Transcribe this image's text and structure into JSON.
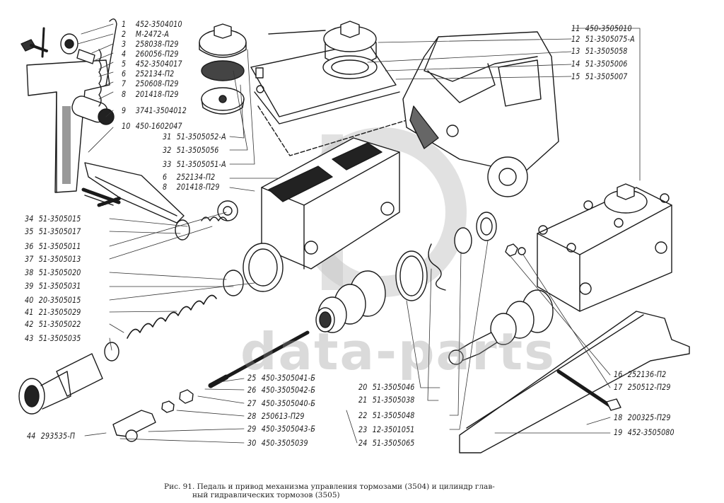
{
  "figure": {
    "caption_line1": "Рис. 91. Педаль и привод механизма управления тормозами (3504) и цилиндр глав-",
    "caption_line2": "ный гидравлических тормозов (3505)",
    "watermark": "data-parts",
    "ink_color": "#1a1a1a",
    "watermark_color": "#b4b4b4"
  },
  "labels_top_left": [
    {
      "num": "1",
      "part": "452-3504010"
    },
    {
      "num": "2",
      "part": "М-2472-А"
    },
    {
      "num": "3",
      "part": "258038-П29"
    },
    {
      "num": "4",
      "part": "260056-П29"
    },
    {
      "num": "5",
      "part": "452-3504017"
    },
    {
      "num": "6",
      "part": "252134-П2"
    },
    {
      "num": "7",
      "part": "250608-П29"
    },
    {
      "num": "8",
      "part": "201418-П29"
    },
    {
      "num": "9",
      "part": "3741-3504012"
    },
    {
      "num": "10",
      "part": "450-1602047"
    }
  ],
  "labels_center_left": [
    {
      "num": "31",
      "part": "51-3505052-А"
    },
    {
      "num": "32",
      "part": "51-3505056"
    },
    {
      "num": "33",
      "part": "51-3505051-А"
    },
    {
      "num": "6",
      "part": "252134-П2"
    },
    {
      "num": "8",
      "part": "201418-П29"
    }
  ],
  "labels_top_right": [
    {
      "num": "11",
      "part": "450-3505010"
    },
    {
      "num": "12",
      "part": "51-3505075-А"
    },
    {
      "num": "13",
      "part": "51-3505058"
    },
    {
      "num": "14",
      "part": "51-3505006"
    },
    {
      "num": "15",
      "part": "51-3505007"
    }
  ],
  "labels_left": [
    {
      "num": "34",
      "part": "51-3505015"
    },
    {
      "num": "35",
      "part": "51-3505017"
    },
    {
      "num": "36",
      "part": "51-3505011"
    },
    {
      "num": "37",
      "part": "51-3505013"
    },
    {
      "num": "38",
      "part": "51-3505020"
    },
    {
      "num": "39",
      "part": "51-3505031"
    },
    {
      "num": "40",
      "part": "20-3505015"
    },
    {
      "num": "41",
      "part": "21-3505029"
    },
    {
      "num": "42",
      "part": "51-3505022"
    },
    {
      "num": "43",
      "part": "51-3505035"
    }
  ],
  "label_bottom_left": {
    "num": "44",
    "part": "293535-П"
  },
  "labels_bottom_center": [
    {
      "num": "25",
      "part": "450-3505041-Б"
    },
    {
      "num": "26",
      "part": "450-3505042-Б"
    },
    {
      "num": "27",
      "part": "450-3505040-Б"
    },
    {
      "num": "28",
      "part": "250613-П29"
    },
    {
      "num": "29",
      "part": "450-3505043-Б"
    },
    {
      "num": "30",
      "part": "450-3505039"
    }
  ],
  "labels_bottom_mid": [
    {
      "num": "20",
      "part": "51-3505046"
    },
    {
      "num": "21",
      "part": "51-3505038"
    },
    {
      "num": "22",
      "part": "51-3505048"
    },
    {
      "num": "23",
      "part": "12-3501051"
    },
    {
      "num": "24",
      "part": "51-3505065"
    }
  ],
  "labels_bottom_right": [
    {
      "num": "16",
      "part": "252136-П2"
    },
    {
      "num": "17",
      "part": "250512-П29"
    },
    {
      "num": "18",
      "part": "200325-П29"
    },
    {
      "num": "19",
      "part": "452-3505080"
    }
  ]
}
